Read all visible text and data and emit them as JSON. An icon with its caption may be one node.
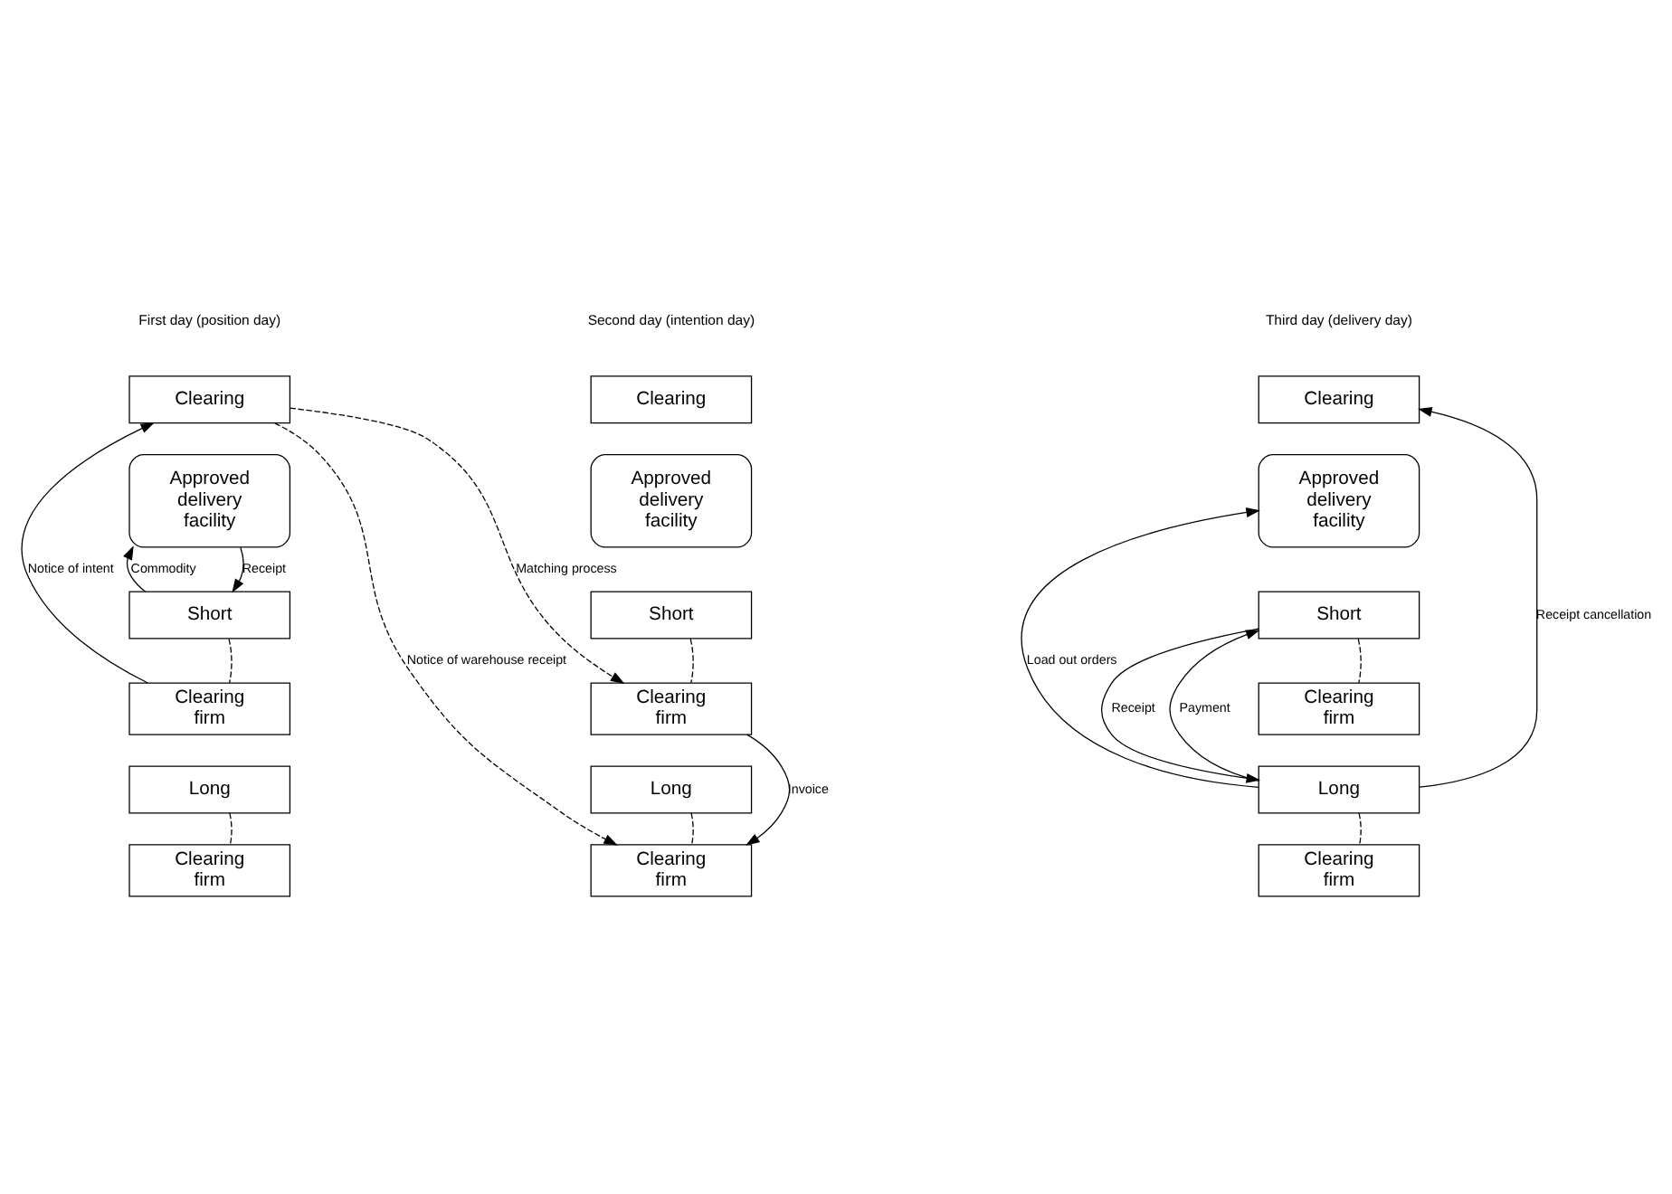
{
  "diagram": {
    "nodes": [
      {
        "text": [
          "Clearing"
        ]
      },
      {
        "text": [
          "Approved delivery facility"
        ]
      },
      {
        "text": [
          "Short"
        ]
      },
      {
        "text": [
          "Clearing firm"
        ]
      },
      {
        "text": [
          "Long"
        ]
      },
      {
        "text": [
          "Clearing firm"
        ]
      },
      {
        "text": [
          "Clearing"
        ]
      },
      {
        "text": [
          "Approved delivery facility"
        ]
      },
      {
        "text": [
          "Short"
        ]
      },
      {
        "text": [
          "Clearing firm"
        ]
      },
      {
        "text": [
          "Long"
        ]
      },
      {
        "text": [
          "Clearing firm"
        ]
      },
      {
        "text": [
          "Clearing"
        ]
      },
      {
        "text": [
          "Approved delivery facility"
        ]
      },
      {
        "text": [
          "Short"
        ]
      },
      {
        "text": [
          "Clearing firm"
        ]
      },
      {
        "text": [
          "Long"
        ]
      },
      {
        "text": [
          "Clearing firm"
        ]
      }
    ],
    "edges": [
      {
        "from": 3,
        "to": 0,
        "arrow": "to",
        "label": "Notice of intent"
      },
      {
        "from": 1,
        "to": 2,
        "arrow": "to",
        "label": "Receipt"
      },
      {
        "from": 2,
        "to": 1,
        "arrow": "to",
        "label": "Commodity"
      },
      {
        "from": 2,
        "to": 3,
        "arrow": "none",
        "style": "dashed"
      },
      {
        "from": 4,
        "to": 5,
        "arrow": "none",
        "style": "dashed"
      },
      {
        "from": 0,
        "to": 9,
        "arrow": "to",
        "style": "dashed",
        "label": "Matching process"
      },
      {
        "from": 0,
        "to": 11,
        "arrow": "to",
        "style": "dashed",
        "label": "Notice of warehouse receipt"
      },
      {
        "from": 8,
        "to": 9,
        "arrow": "none",
        "style": "dashed"
      },
      {
        "from": 10,
        "to": 11,
        "arrow": "none",
        "style": "dashed"
      },
      {
        "from": 9,
        "to": 11,
        "arrow": "to",
        "label": "Invoice"
      },
      {
        "from": 16,
        "to": 14,
        "arrow": "to",
        "label": "Payment"
      },
      {
        "from": 14,
        "to": 16,
        "arrow": "to",
        "label": "Receipt"
      },
      {
        "from": 14,
        "to": 15,
        "arrow": "none",
        "style": "dashed"
      },
      {
        "from": 16,
        "to": 17,
        "arrow": "none",
        "style": "dashed"
      },
      {
        "from": 16,
        "to": 12,
        "arrow": "to",
        "label": "Receipt cancellation"
      },
      {
        "from": 16,
        "to": 13,
        "arrow": "to",
        "label": "Load out orders"
      }
    ],
    "labels": [
      "First day (position day)",
      "Second day (intention day)",
      "Third day (delivery day)"
    ]
  }
}
